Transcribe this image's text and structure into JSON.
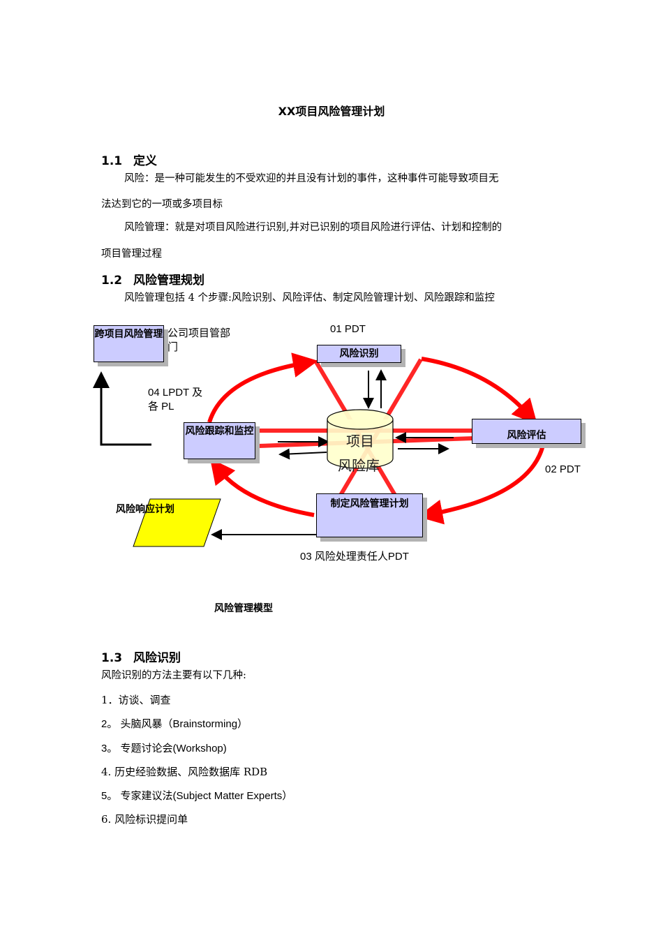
{
  "doc": {
    "title": "XX项目风险管理计划",
    "s1": {
      "num": "1.1",
      "heading": "定义",
      "p1_line1": "风险：是一种可能发生的不受欢迎的并且没有计划的事件，这种事件可能导致项目无",
      "p1_line2": "法达到它的一项或多项目标",
      "p2_line1": "风险管理：就是对项目风险进行识别,并对已识别的项目风险进行评估、计划和控制的",
      "p2_line2": "项目管理过程"
    },
    "s2": {
      "num": "1.2",
      "heading": "风险管理规划",
      "p1": "风险管理包括 4 个步骤:风险识别、风险评估、制定风险管理计划、风险跟踪和监控"
    },
    "diagram": {
      "box_cross": "跨项目风险管理",
      "label_company": "公司项目管部门",
      "label_01": "01 PDT",
      "box_identify": "风险识别",
      "label_04_line1": "04  LPDT  及",
      "label_04_line2": "各 PL",
      "box_track": "风险跟踪和监控",
      "cylinder_line1": "项目",
      "cylinder_line2": "风险库",
      "box_assess": "风险评估",
      "label_02": "02 PDT",
      "para_response": "风险响应计划",
      "box_plan": "制定风险管理计划",
      "label_03": "03 风险处理责任人PDT",
      "caption": "风险管理模型",
      "colors": {
        "box_fill": "#ccccff",
        "arrow_red": "#ff0000",
        "para_fill": "#ffff00",
        "cylinder_fill": "#ffffcc"
      }
    },
    "s3": {
      "num": "1.3",
      "heading": "风险识别",
      "intro": "风险识别的方法主要有以下几种:",
      "items": [
        "1．访谈、调查",
        "2。 头脑风暴（Brainstorming）",
        "3。 专题讨论会(Workshop)",
        "4. 历史经验数据、风险数据库 RDB",
        "5。 专家建议法(Subject Matter Experts）",
        "6. 风险标识提问单"
      ]
    }
  }
}
